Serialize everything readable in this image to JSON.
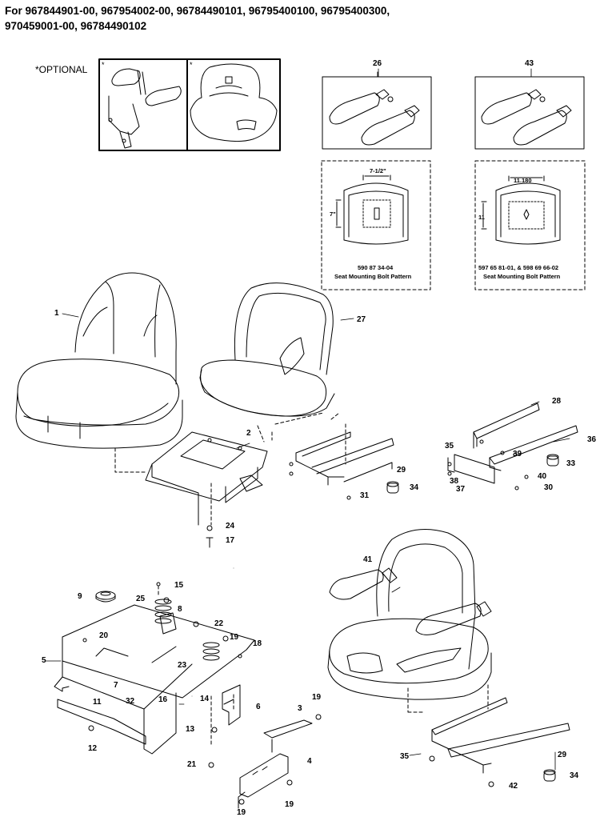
{
  "header": {
    "line1": "For 967844901-00, 967954002-00, 96784490101, 96795400100, 96795400300,",
    "line2": "970459001-00, 96784490102"
  },
  "optional_label": "*OPTIONAL",
  "optional_marks": [
    "*",
    "*"
  ],
  "bolt_patterns": [
    {
      "width_dim": "7-1/2\"",
      "height_dim": "7\"",
      "part_no": "590 87 34-04",
      "caption": "Seat Mounting Bolt Pattern"
    },
    {
      "width_dim": "11.180",
      "height_dim": "11",
      "part_no": "597 65 81-01, & 598 69 66-02",
      "caption": "Seat Mounting Bolt Pattern"
    }
  ],
  "callouts": [
    "26",
    "43",
    "1",
    "27",
    "2",
    "28",
    "35",
    "36",
    "39",
    "33",
    "29",
    "34",
    "38",
    "37",
    "40",
    "30",
    "31",
    "24",
    "17",
    "15",
    "9",
    "25",
    "8",
    "22",
    "20",
    "19",
    "18",
    "5",
    "23",
    "7",
    "32",
    "16",
    "14",
    "11",
    "6",
    "3",
    "19",
    "12",
    "13",
    "21",
    "4",
    "19",
    "19",
    "41",
    "35",
    "29",
    "34",
    "42"
  ]
}
